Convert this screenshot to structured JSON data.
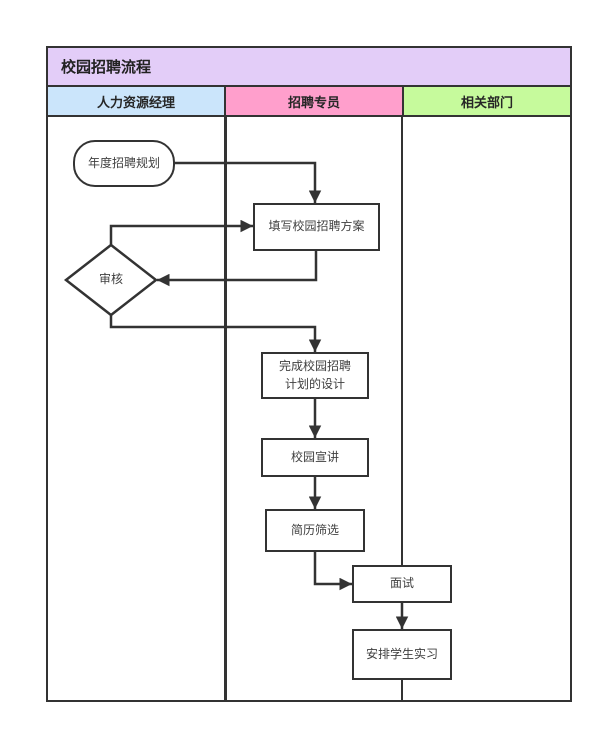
{
  "diagram": {
    "title": "校园招聘流程",
    "lanes": [
      {
        "label": "人力资源经理",
        "color": "#cbe5fb"
      },
      {
        "label": "招聘专员",
        "color": "#ff9fcc"
      },
      {
        "label": "相关部门",
        "color": "#c6fa9c"
      }
    ],
    "colors": {
      "title_bg": "#e3cdf8",
      "line": "#333333",
      "node_fill": "#ffffff",
      "node_text": "#404040"
    },
    "nodes": {
      "start": {
        "type": "start-end",
        "label": "年度招聘规划",
        "lane": "人力资源经理"
      },
      "fill_plan": {
        "type": "process",
        "label": "填写校园招聘方案",
        "lane": "招聘专员"
      },
      "review": {
        "type": "decision",
        "label": "审核",
        "lane": "人力资源经理"
      },
      "design": {
        "type": "process",
        "label": "完成校园招聘\n计划的设计",
        "lane": "招聘专员"
      },
      "campus_talk": {
        "type": "process",
        "label": "校园宣讲",
        "lane": "招聘专员"
      },
      "resume_screening": {
        "type": "process",
        "label": "简历筛选",
        "lane": "招聘专员"
      },
      "interview": {
        "type": "process",
        "label": "面试",
        "lane": "相关部门"
      },
      "internship": {
        "type": "process",
        "label": "安排学生实习",
        "lane": "相关部门"
      }
    },
    "edges": [
      {
        "from": "start",
        "to": "fill_plan"
      },
      {
        "from": "fill_plan",
        "to": "review"
      },
      {
        "from": "review",
        "to": "fill_plan"
      },
      {
        "from": "review",
        "to": "design"
      },
      {
        "from": "design",
        "to": "campus_talk"
      },
      {
        "from": "campus_talk",
        "to": "resume_screening"
      },
      {
        "from": "resume_screening",
        "to": "interview"
      },
      {
        "from": "interview",
        "to": "internship"
      }
    ]
  }
}
